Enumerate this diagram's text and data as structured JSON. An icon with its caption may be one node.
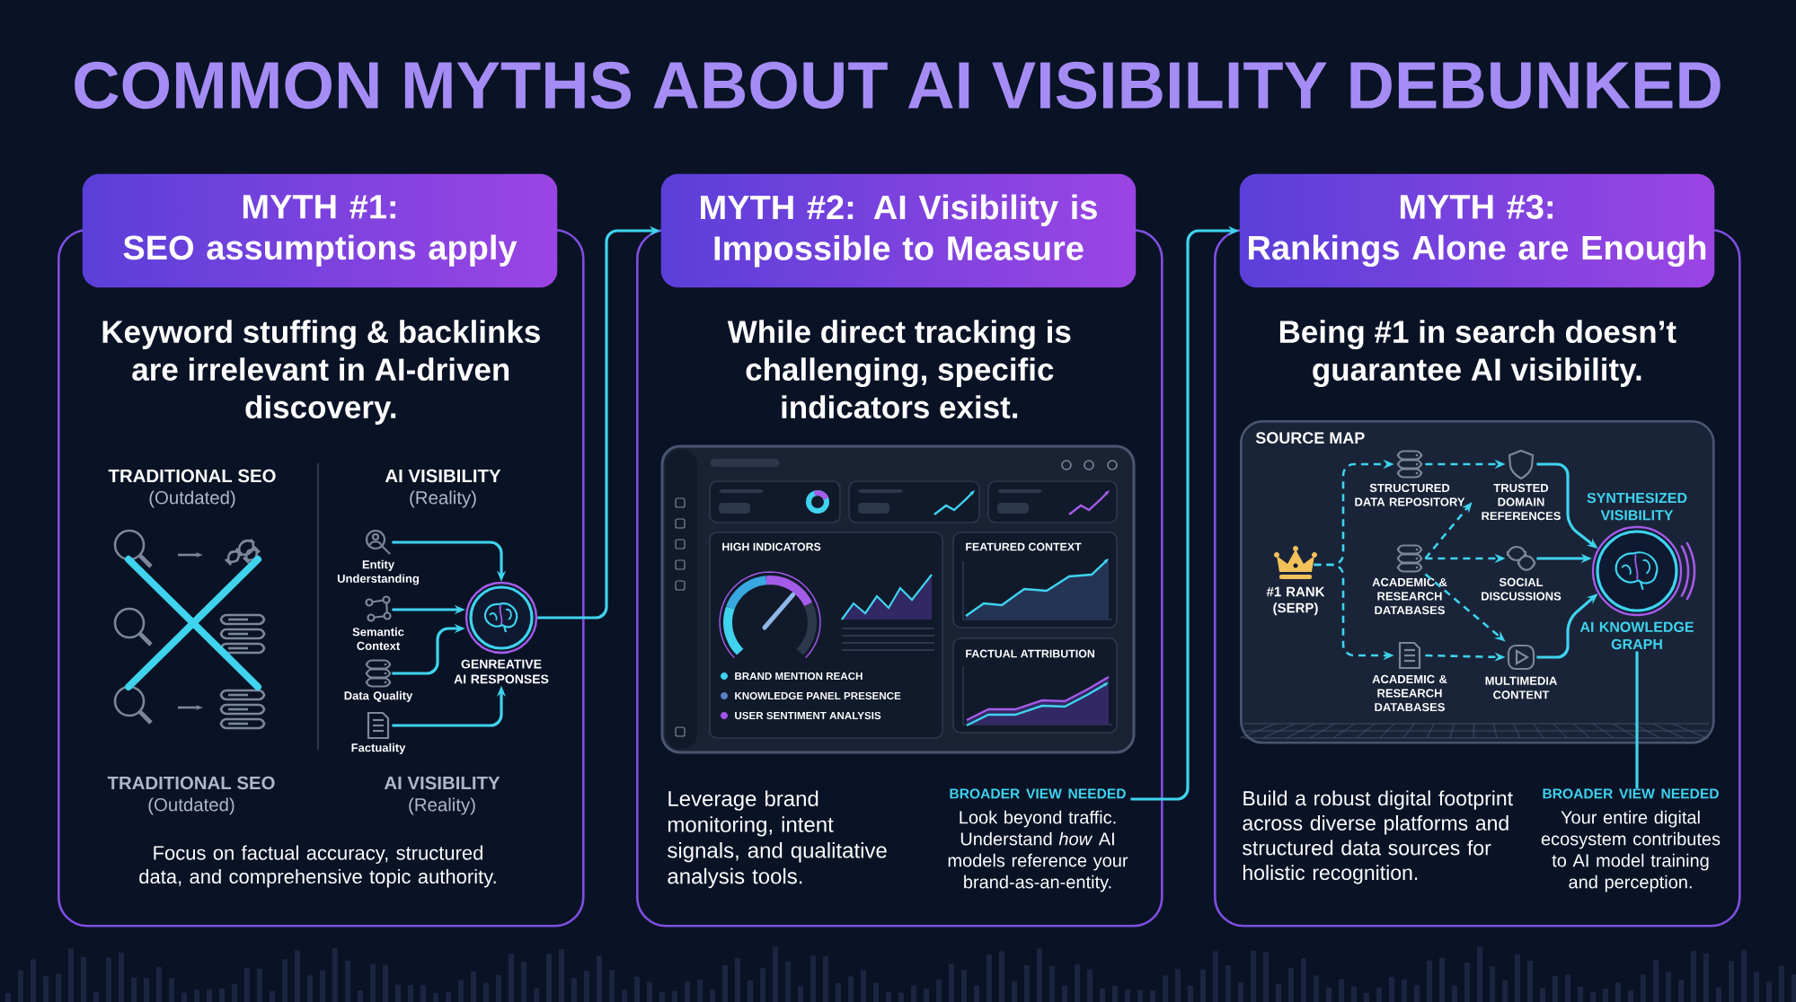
{
  "diagram": {
    "title": "COMMON MYTHS ABOUT AI VISIBILITY DEBUNKED",
    "nodes": [
      {
        "text": [
          "MYTH #1:",
          "SEO assumptions apply"
        ]
      },
      {
        "text": [
          "Keyword stuffing & backlinks are irrelevant in AI-driven discovery."
        ]
      },
      {
        "text": [
          "Entity Understanding"
        ],
        "in": 1
      },
      {
        "text": [
          "Semantic Context"
        ],
        "in": 1
      },
      {
        "text": [
          "Data Quality"
        ],
        "in": 1
      },
      {
        "text": [
          "Factuality"
        ],
        "in": 1
      },
      {
        "text": [
          "GENREATIVE AI RESPONSES"
        ],
        "in": 1
      },
      {
        "text": [
          "MYTH #2: AI Visibility is Impossible to Measure"
        ]
      },
      {
        "text": [
          "While direct tracking is challenging, specific indicators exist."
        ]
      },
      {
        "text": [
          "BROADER VIEW NEEDED",
          "Look beyond traffic. Understand *how* AI models reference your brand-as-an-entity."
        ],
        "in": 8
      },
      {
        "text": [
          "MYTH #3:",
          "Rankings Alone are Enough"
        ]
      },
      {
        "text": [
          "Being #1 in search doesn’t guarantee AI visibility."
        ]
      },
      {
        "text": [
          "SOURCE MAP"
        ],
        "in": 11
      },
      {
        "text": [
          "#1 RANK (SERP)"
        ],
        "in": 12
      },
      {
        "text": [
          "STRUCTURED DATA REPOSITORY"
        ],
        "in": 12
      },
      {
        "text": [
          "ACADEMIC & RESEARCH DATABASES"
        ],
        "in": 12
      },
      {
        "text": [
          "ACADEMIC & RESEARCH DATABASES"
        ],
        "in": 12
      },
      {
        "text": [
          "TRUSTED DOMAIN REFERENCES"
        ],
        "in": 12
      },
      {
        "text": [
          "SOCIAL DISCUSSIONS"
        ],
        "in": 12
      },
      {
        "text": [
          "MULTIMEDIA CONTENT"
        ],
        "in": 12
      },
      {
        "text": [
          "SYNTHESIZED VISIBILITY",
          "AI KNOWLEDGE GRAPH"
        ],
        "in": 12
      },
      {
        "text": [
          "BROADER VIEW NEEDED",
          "Your entire digital ecosystem contributes to AI model training and perception."
        ],
        "in": 11
      }
    ],
    "edges": [
      {
        "from": 2,
        "to": 6,
        "arrow": "to"
      },
      {
        "from": 3,
        "to": 6,
        "arrow": "to"
      },
      {
        "from": 4,
        "to": 6,
        "arrow": "to"
      },
      {
        "from": 5,
        "to": 6,
        "arrow": "to"
      },
      {
        "from": 6,
        "to": 7,
        "arrow": "to"
      },
      {
        "from": 9,
        "to": 10,
        "arrow": "to"
      },
      {
        "from": 13,
        "to": 14,
        "arrow": "to",
        "style": "dashed"
      },
      {
        "from": 13,
        "to": 16,
        "arrow": "to",
        "style": "dashed"
      },
      {
        "from": 14,
        "to": 17,
        "arrow": "to",
        "style": "dashed"
      },
      {
        "from": 15,
        "to": 17,
        "arrow": "to",
        "style": "dashed"
      },
      {
        "from": 15,
        "to": 18,
        "arrow": "to",
        "style": "dashed"
      },
      {
        "from": 15,
        "to": 19,
        "arrow": "to",
        "style": "dashed"
      },
      {
        "from": 16,
        "to": 19,
        "arrow": "to",
        "style": "dashed"
      },
      {
        "from": 17,
        "to": 20,
        "arrow": "to"
      },
      {
        "from": 18,
        "to": 20,
        "arrow": "to"
      },
      {
        "from": 19,
        "to": 20,
        "arrow": "to"
      },
      {
        "from": 20,
        "to": 21,
        "arrow": "none"
      }
    ],
    "labels": [
      "TRADITIONAL SEO",
      "(Outdated)",
      "AI VISIBILITY",
      "(Reality)",
      "TRADITIONAL SEO",
      "(Outdated)",
      "AI VISIBILITY",
      "(Reality)",
      "Focus on factual accuracy, structured data, and comprehensive topic authority.",
      "HIGH INDICATORS",
      "FEATURED CONTEXT",
      "FACTUAL ATTRIBUTION",
      "Leverage brand monitoring, intent signals, and qualitative analysis tools.",
      "Build a robust digital footprint across diverse platforms and structured data sources for holistic recognition."
    ],
    "legend": [
      {
        "text": "BRAND MENTION REACH",
        "color": "#3fd2ee"
      },
      {
        "text": "KNOWLEDGE PANEL PRESENCE",
        "color": "#5b7fc0"
      },
      {
        "text": "USER SENTIMENT ANALYSIS",
        "color": "#a455e8"
      }
    ]
  }
}
